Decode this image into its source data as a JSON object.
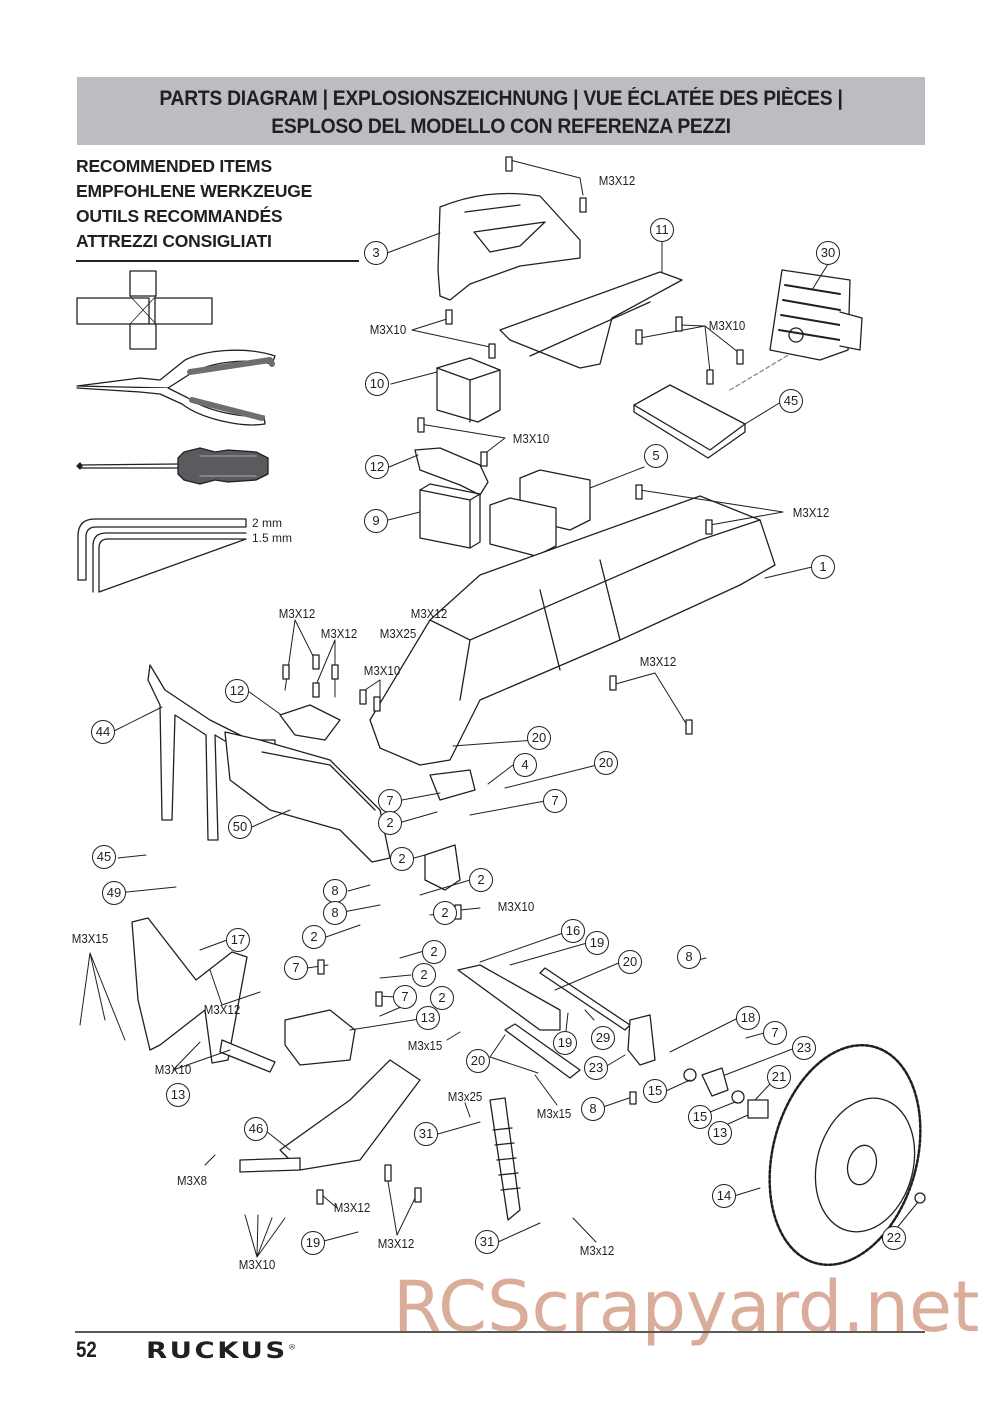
{
  "header": {
    "line1": "PARTS DIAGRAM | EXPLOSIONSZEICHNUNG | VUE ÉCLATÉE DES PIÈCES |",
    "line2": "ESPLOSO DEL MODELLO CON REFERENZA PEZZI",
    "background": "#bcbdc0"
  },
  "recommended_items": {
    "lines": [
      "RECOMMENDED ITEMS",
      "EMPFOHLENE WERKZEUGE",
      "OUTILS RECOMMANDÉS",
      "ATTREZZI CONSIGLIATI"
    ],
    "tools": [
      {
        "icon": "cross-wrench-icon"
      },
      {
        "icon": "needle-nose-pliers-icon"
      },
      {
        "icon": "phillips-screwdriver-icon"
      },
      {
        "icon": "hex-key-icon",
        "sizes": [
          "2 mm",
          "1.5 mm"
        ]
      }
    ]
  },
  "callouts": [
    {
      "n": "3"
    },
    {
      "n": "11"
    },
    {
      "n": "30"
    },
    {
      "n": "10"
    },
    {
      "n": "45"
    },
    {
      "n": "12"
    },
    {
      "n": "5"
    },
    {
      "n": "9"
    },
    {
      "n": "1"
    },
    {
      "n": "12"
    },
    {
      "n": "44"
    },
    {
      "n": "20"
    },
    {
      "n": "4"
    },
    {
      "n": "20"
    },
    {
      "n": "7"
    },
    {
      "n": "7"
    },
    {
      "n": "2"
    },
    {
      "n": "50"
    },
    {
      "n": "2"
    },
    {
      "n": "45"
    },
    {
      "n": "49"
    },
    {
      "n": "8"
    },
    {
      "n": "2"
    },
    {
      "n": "8"
    },
    {
      "n": "2"
    },
    {
      "n": "2"
    },
    {
      "n": "2"
    },
    {
      "n": "17"
    },
    {
      "n": "16"
    },
    {
      "n": "19"
    },
    {
      "n": "20"
    },
    {
      "n": "7"
    },
    {
      "n": "2"
    },
    {
      "n": "8"
    },
    {
      "n": "7"
    },
    {
      "n": "2"
    },
    {
      "n": "13"
    },
    {
      "n": "18"
    },
    {
      "n": "7"
    },
    {
      "n": "29"
    },
    {
      "n": "19"
    },
    {
      "n": "23"
    },
    {
      "n": "20"
    },
    {
      "n": "23"
    },
    {
      "n": "15"
    },
    {
      "n": "21"
    },
    {
      "n": "13"
    },
    {
      "n": "8"
    },
    {
      "n": "15"
    },
    {
      "n": "13"
    },
    {
      "n": "46"
    },
    {
      "n": "31"
    },
    {
      "n": "14"
    },
    {
      "n": "19"
    },
    {
      "n": "31"
    },
    {
      "n": "22"
    }
  ],
  "screw_labels": [
    "M3X12",
    "M3X10",
    "M3X10",
    "M3X10",
    "M3X12",
    "M3X12",
    "M3X12",
    "M3X12",
    "M3X12",
    "M3X25",
    "M3X10",
    "M3X12",
    "M3X10",
    "M3X15",
    "M3X12",
    "M3X10",
    "M3x15",
    "M3x15",
    "M3x25",
    "M3X8",
    "M3X12",
    "M3X12",
    "M3X10",
    "M3x12"
  ],
  "footer": {
    "page_number": "52",
    "brand": "RUCKUS",
    "brand_mark": "®"
  },
  "watermark": {
    "text": "RCScrapyard.net",
    "color": "#d39a85"
  }
}
